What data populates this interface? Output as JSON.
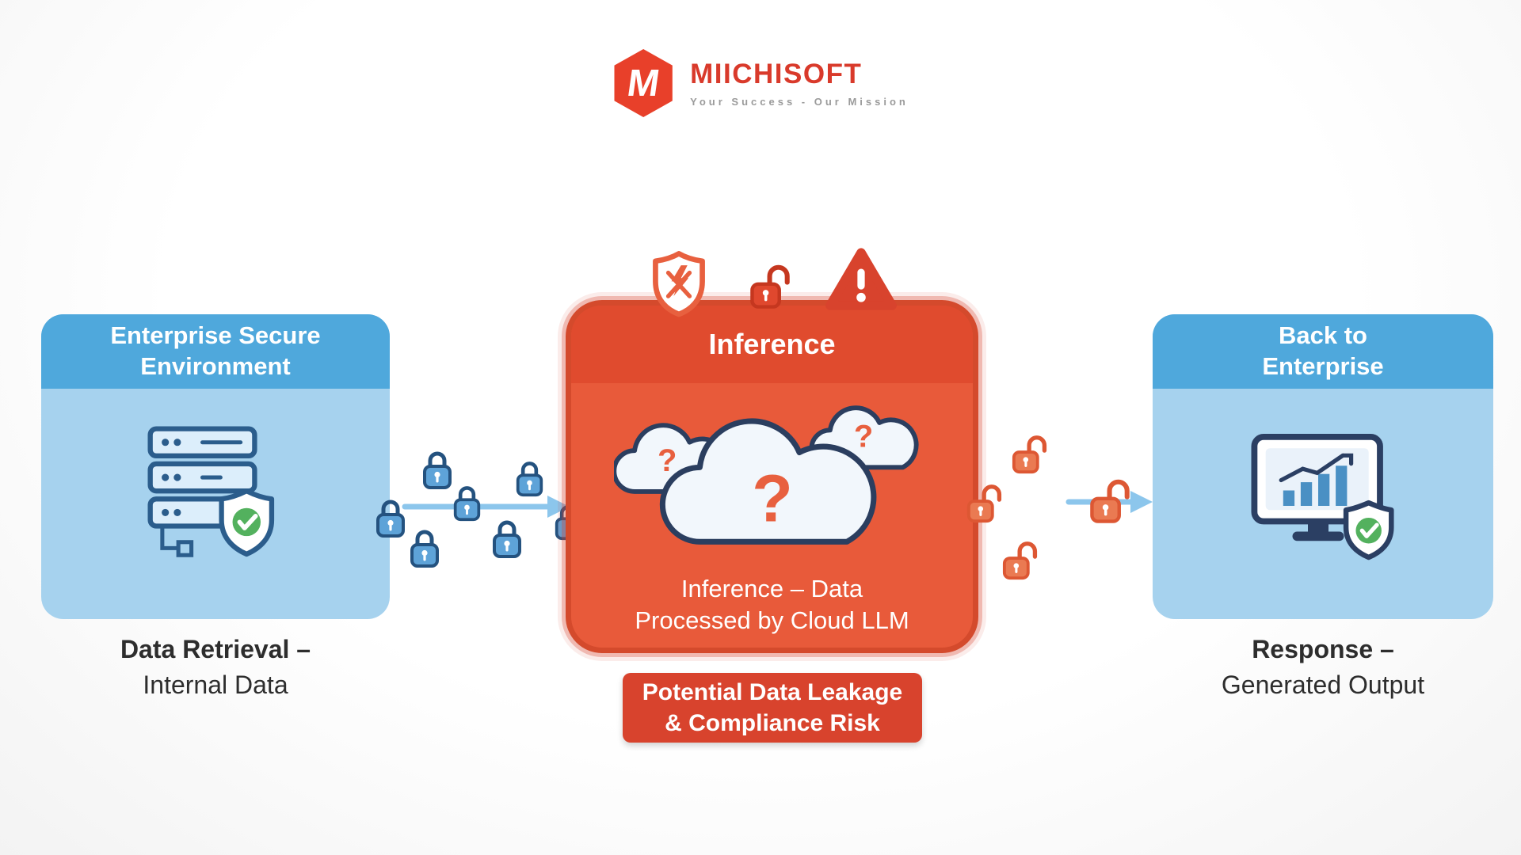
{
  "logo": {
    "monogram": "M",
    "brand": "MIICHISOFT",
    "tagline": "Your Success - Our Mission"
  },
  "flow": {
    "left": {
      "title_line1": "Enterprise Secure",
      "title_line2": "Environment",
      "caption_line1": "Data Retrieval –",
      "caption_line2": "Internal Data"
    },
    "center": {
      "title": "Inference",
      "body_line1": "Inference – Data",
      "body_line2": "Processed by Cloud LLM",
      "badge_line1": "Potential Data Leakage",
      "badge_line2": "& Compliance Risk",
      "question_mark": "?"
    },
    "right": {
      "title_line1": "Back to",
      "title_line2": "Enterprise",
      "caption_line1": "Response –",
      "caption_line2": "Generated Output"
    }
  },
  "icons": [
    "server-stack-icon",
    "shield-check-icon",
    "cloud-question-icon",
    "monitor-chart-icon",
    "lock-closed-icon",
    "lock-open-icon",
    "shield-breach-icon",
    "warning-triangle-icon",
    "flow-arrow-icon"
  ],
  "colors": {
    "hex_red": "#e8402a",
    "brand_red": "#d93a2b",
    "blue_header": "#4fa8dc",
    "blue_body": "#a6d2ee",
    "red_header": "#e04b2e",
    "red_body": "#e85a3a",
    "badge_red": "#d8432d",
    "arrow_blue": "#8cc6ec"
  }
}
